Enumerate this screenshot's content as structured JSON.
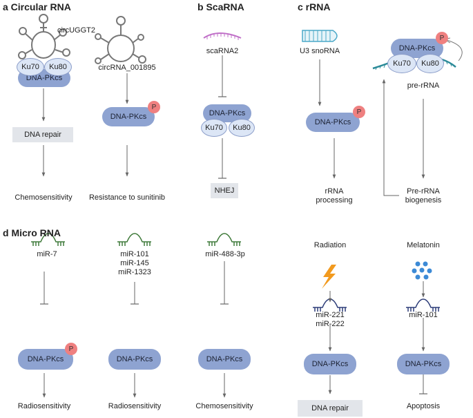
{
  "panels": {
    "a": {
      "heading": "a Circular RNA",
      "col1": {
        "rna": "circUGGT2",
        "ku70": "Ku70",
        "ku80": "Ku80",
        "complex": "DNA-PKcs",
        "effect": "DNA repair",
        "outcome": "Chemosensitivity"
      },
      "col2": {
        "rna": "circRNA_001895",
        "complex": "DNA-PKcs",
        "phospho": "P",
        "outcome": "Resistance to sunitinib"
      }
    },
    "b": {
      "heading": "b ScaRNA",
      "rna": "scaRNA2",
      "complex": "DNA-PKcs",
      "ku70": "Ku70",
      "ku80": "Ku80",
      "outcome": "NHEJ"
    },
    "c": {
      "heading": "c rRNA",
      "col1": {
        "rna": "U3 snoRNA",
        "complex": "DNA-PKcs",
        "phospho": "P",
        "outcome_line1": "rRNA",
        "outcome_line2": "processing"
      },
      "col2": {
        "complex": "DNA-PKcs",
        "phospho": "P",
        "ku70": "Ku70",
        "ku80": "Ku80",
        "target": "pre-rRNA",
        "outcome_line1": "Pre-rRNA",
        "outcome_line2": "biogenesis"
      }
    },
    "d": {
      "heading": "d Micro RNA",
      "col1": {
        "rna": "miR-7",
        "complex": "DNA-PKcs",
        "phospho": "P",
        "outcome": "Radiosensitivity"
      },
      "col2": {
        "rna_line1": "miR-101",
        "rna_line2": "miR-145",
        "rna_line3": "miR-1323",
        "complex": "DNA-PKcs",
        "outcome": "Radiosensitivity"
      },
      "col3": {
        "rna": "miR-488-3p",
        "complex": "DNA-PKcs",
        "outcome": "Chemosensitivity"
      },
      "col4": {
        "stimulus": "Radiation",
        "rna_line1": "miR-221",
        "rna_line2": "miR-222",
        "complex": "DNA-PKcs",
        "outcome": "DNA repair"
      },
      "col5": {
        "stimulus": "Melatonin",
        "rna": "miR-101",
        "complex": "DNA-PKcs",
        "outcome": "Apoptosis"
      }
    }
  },
  "colors": {
    "complex": "#8ea3d1",
    "ku": "#dce6f6",
    "phospho": "#ef8080",
    "outcome_box": "#e2e5ea",
    "mirna_green": "#3f7a3a",
    "mirna_navy": "#2c3c78",
    "scarna": "#c070c8",
    "snorna": "#4aa8c8",
    "rrna": "#2a8a98",
    "arrow": "#666666",
    "lightning": "#f29a1e",
    "melatonin": "#3c8ad6"
  }
}
